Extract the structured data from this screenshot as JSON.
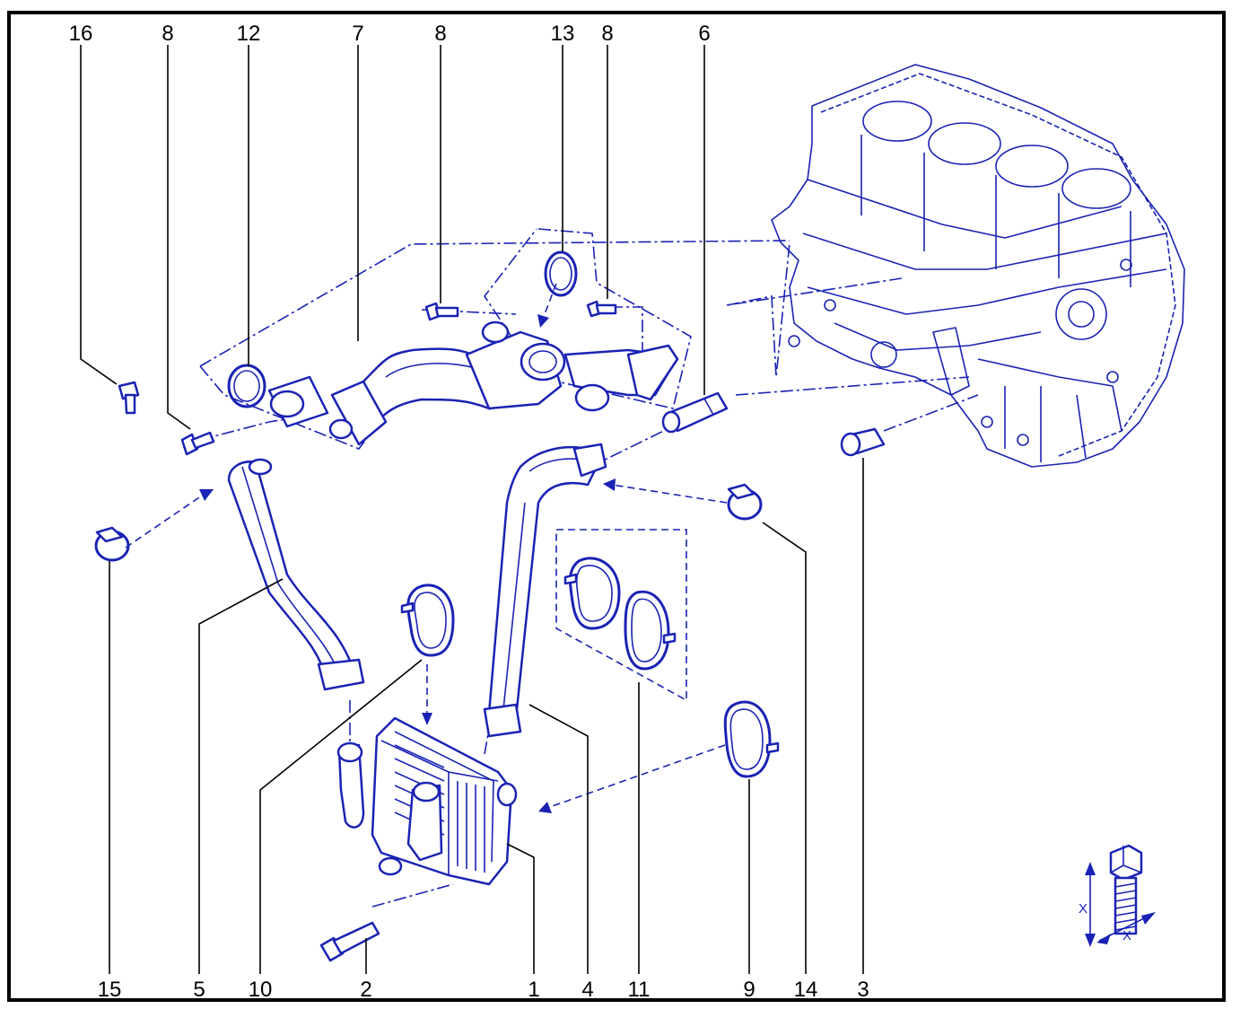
{
  "callouts": [
    {
      "id": "c16-top",
      "text": "16"
    },
    {
      "id": "c8-a",
      "text": "8"
    },
    {
      "id": "c12",
      "text": "12"
    },
    {
      "id": "c7",
      "text": "7"
    },
    {
      "id": "c8-b",
      "text": "8"
    },
    {
      "id": "c13",
      "text": "13"
    },
    {
      "id": "c8-c",
      "text": "8"
    },
    {
      "id": "c6",
      "text": "6"
    },
    {
      "id": "c15",
      "text": "15"
    },
    {
      "id": "c5",
      "text": "5"
    },
    {
      "id": "c10",
      "text": "10"
    },
    {
      "id": "c2",
      "text": "2"
    },
    {
      "id": "c1",
      "text": "1"
    },
    {
      "id": "c4",
      "text": "4"
    },
    {
      "id": "c11",
      "text": "11"
    },
    {
      "id": "c9",
      "text": "9"
    },
    {
      "id": "c14",
      "text": "14"
    },
    {
      "id": "c3",
      "text": "3"
    }
  ],
  "inset": {
    "dimension_label": "X",
    "dimension_label_2": "X"
  },
  "colors": {
    "line_art": "#1a23b4",
    "callout_text": "#000000",
    "frame": "#000000",
    "background": "#ffffff"
  },
  "icons": [
    "bolt-tightening-symbol"
  ]
}
